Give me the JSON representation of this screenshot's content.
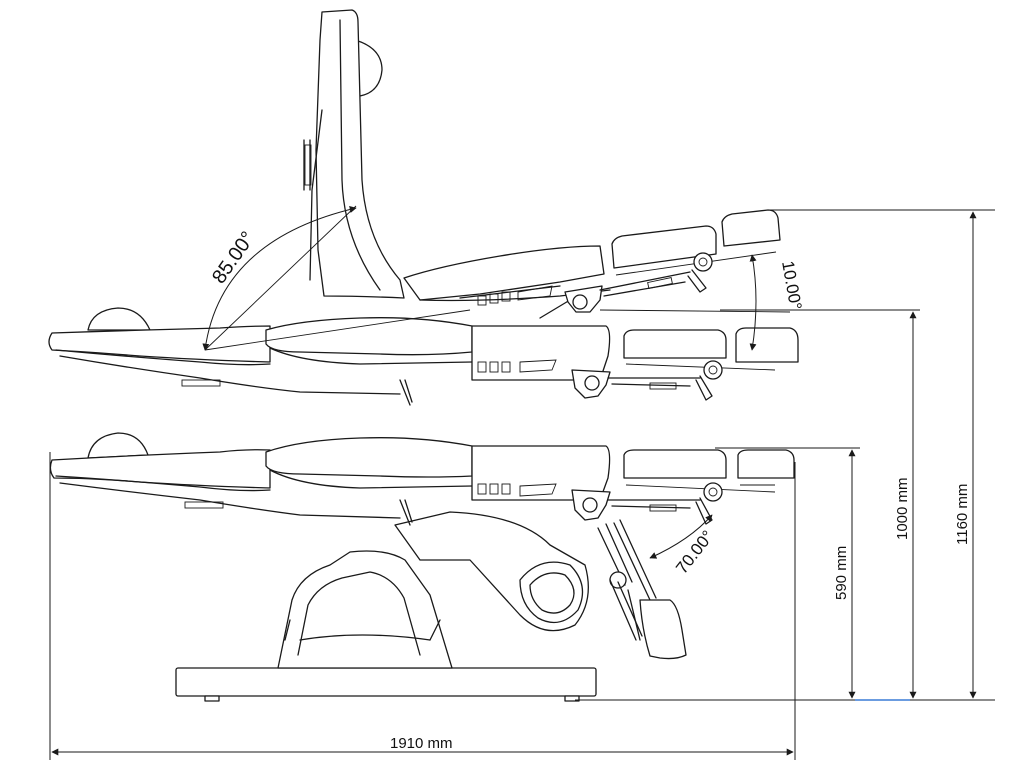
{
  "dimensions": {
    "width_label": "1910 mm",
    "height_min_label": "590 mm",
    "height_mid_label": "1000 mm",
    "height_max_label": "1160 mm"
  },
  "angles": {
    "backrest": "85.00°",
    "leg_up": "10.00°",
    "leg_down": "70.00°"
  },
  "colors": {
    "line": "#1a1a1a",
    "floor_accent": "#3a7bd5"
  }
}
